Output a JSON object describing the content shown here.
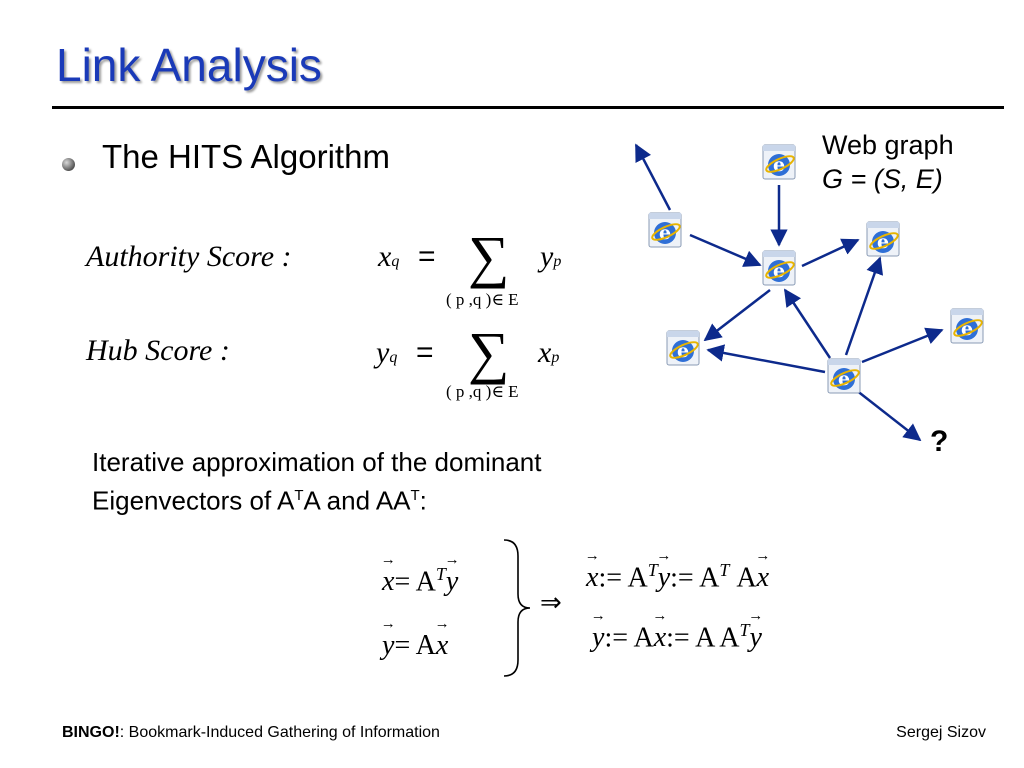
{
  "slide": {
    "title": "Link Analysis",
    "bullet": "The HITS Algorithm",
    "authority_label": "Authority Score :",
    "hub_label": "Hub Score :",
    "auth_lhs_var": "x",
    "auth_lhs_sub": "q",
    "auth_rhs_var": "y",
    "auth_rhs_sub": "p",
    "hub_lhs_var": "y",
    "hub_lhs_sub": "q",
    "hub_rhs_var": "x",
    "hub_rhs_sub": "p",
    "equals": "=",
    "sigma": "∑",
    "sum_range": "( p ,q )∈ E",
    "iter_line1": "Iterative approximation of the dominant",
    "iter_line2_a": "Eigenvectors of A",
    "iter_sup1": "T",
    "iter_line2_b": "A and AA",
    "iter_sup2": "T",
    "iter_line2_c": ":",
    "eq1_x": "x",
    "eq1_mid": "= A",
    "eq1_sup": "T",
    "eq1_y": "y",
    "eq2_y": "y",
    "eq2_mid": "= A",
    "eq2_x": "x",
    "implies": "⇒",
    "res1_x": "x",
    "res1_a": ":= A",
    "res1_sup1": "T",
    "res1_y": "y",
    "res1_b": ":= A",
    "res1_sup2": "T",
    "res1_c": "A",
    "res1_x2": "x",
    "res2_y": "y",
    "res2_a": ":= A",
    "res2_x": "x",
    "res2_b": ":= A A",
    "res2_sup": "T",
    "res2_y2": "y"
  },
  "graph": {
    "label_line1": "Web graph",
    "label_line2": "G = (S, E)",
    "unknown": "?",
    "edge_color": "#0d2a8c",
    "node_icon": "internet-explorer-icon"
  },
  "footer": {
    "bingo": "BINGO!",
    "description": ": Bookmark-Induced Gathering of Information",
    "author": "Sergej Sizov"
  }
}
